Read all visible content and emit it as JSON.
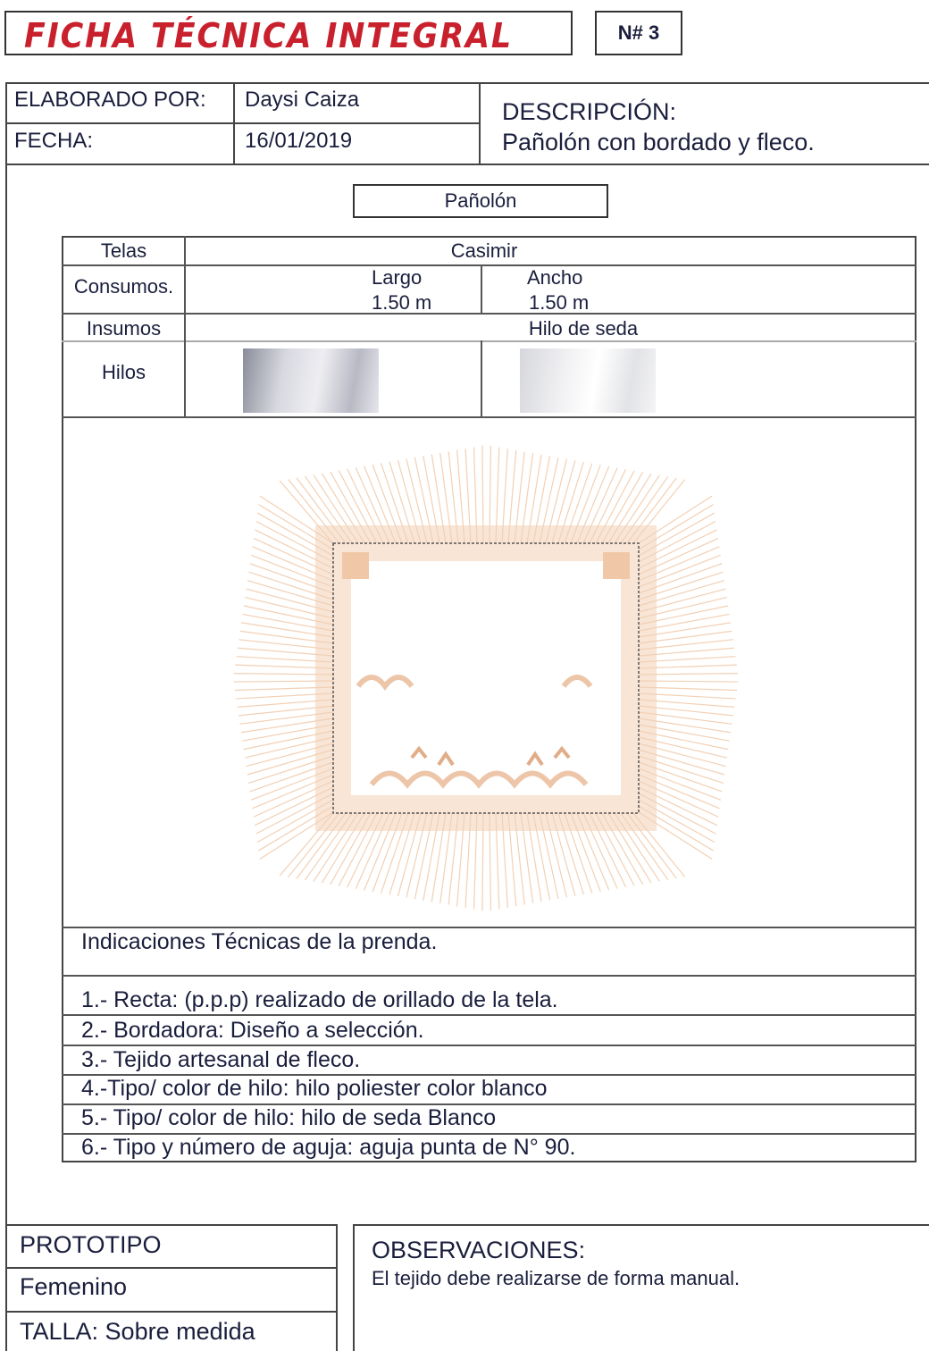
{
  "header": {
    "title": "FICHA TÉCNICA INTEGRAL",
    "number": "N# 3"
  },
  "info": {
    "elaborado_label": "ELABORADO POR:",
    "elaborado_value": "Daysi Caiza",
    "fecha_label": "FECHA:",
    "fecha_value": "16/01/2019",
    "descripcion_label": "DESCRIPCIÓN:",
    "descripcion_value": "Pañolón con bordado y fleco."
  },
  "garment": {
    "name": "Pañolón"
  },
  "materials": {
    "telas_label": "Telas",
    "telas_value": "Casimir",
    "consumos_label": "Consumos.",
    "largo_label": "Largo",
    "largo_value": "1.50 m",
    "ancho_label": "Ancho",
    "ancho_value": "1.50 m",
    "insumos_label": "Insumos",
    "insumos_value": "Hilo de seda",
    "hilos_label": "Hilos"
  },
  "indicaciones": {
    "title": "Indicaciones Técnicas de la prenda.",
    "items": [
      "1.- Recta:  (p.p.p) realizado de orillado de la tela.",
      "2.- Bordadora: Diseño a selección.",
      "3.- Tejido artesanal de fleco.",
      "4.-Tipo/ color de hilo: hilo poliester color blanco",
      "5.- Tipo/ color de hilo: hilo de seda Blanco",
      "6.- Tipo y número de aguja: aguja punta de N° 90."
    ]
  },
  "prototipo": {
    "label": "PROTOTIPO",
    "genero": "Femenino",
    "talla": "TALLA: Sobre medida"
  },
  "observaciones": {
    "label": "OBSERVACIONES:",
    "text": "El tejido debe realizarse de forma manual."
  },
  "colors": {
    "title_red": "#c8202c",
    "fringe": "#f0c8a8",
    "text": "#1a1e3c"
  }
}
